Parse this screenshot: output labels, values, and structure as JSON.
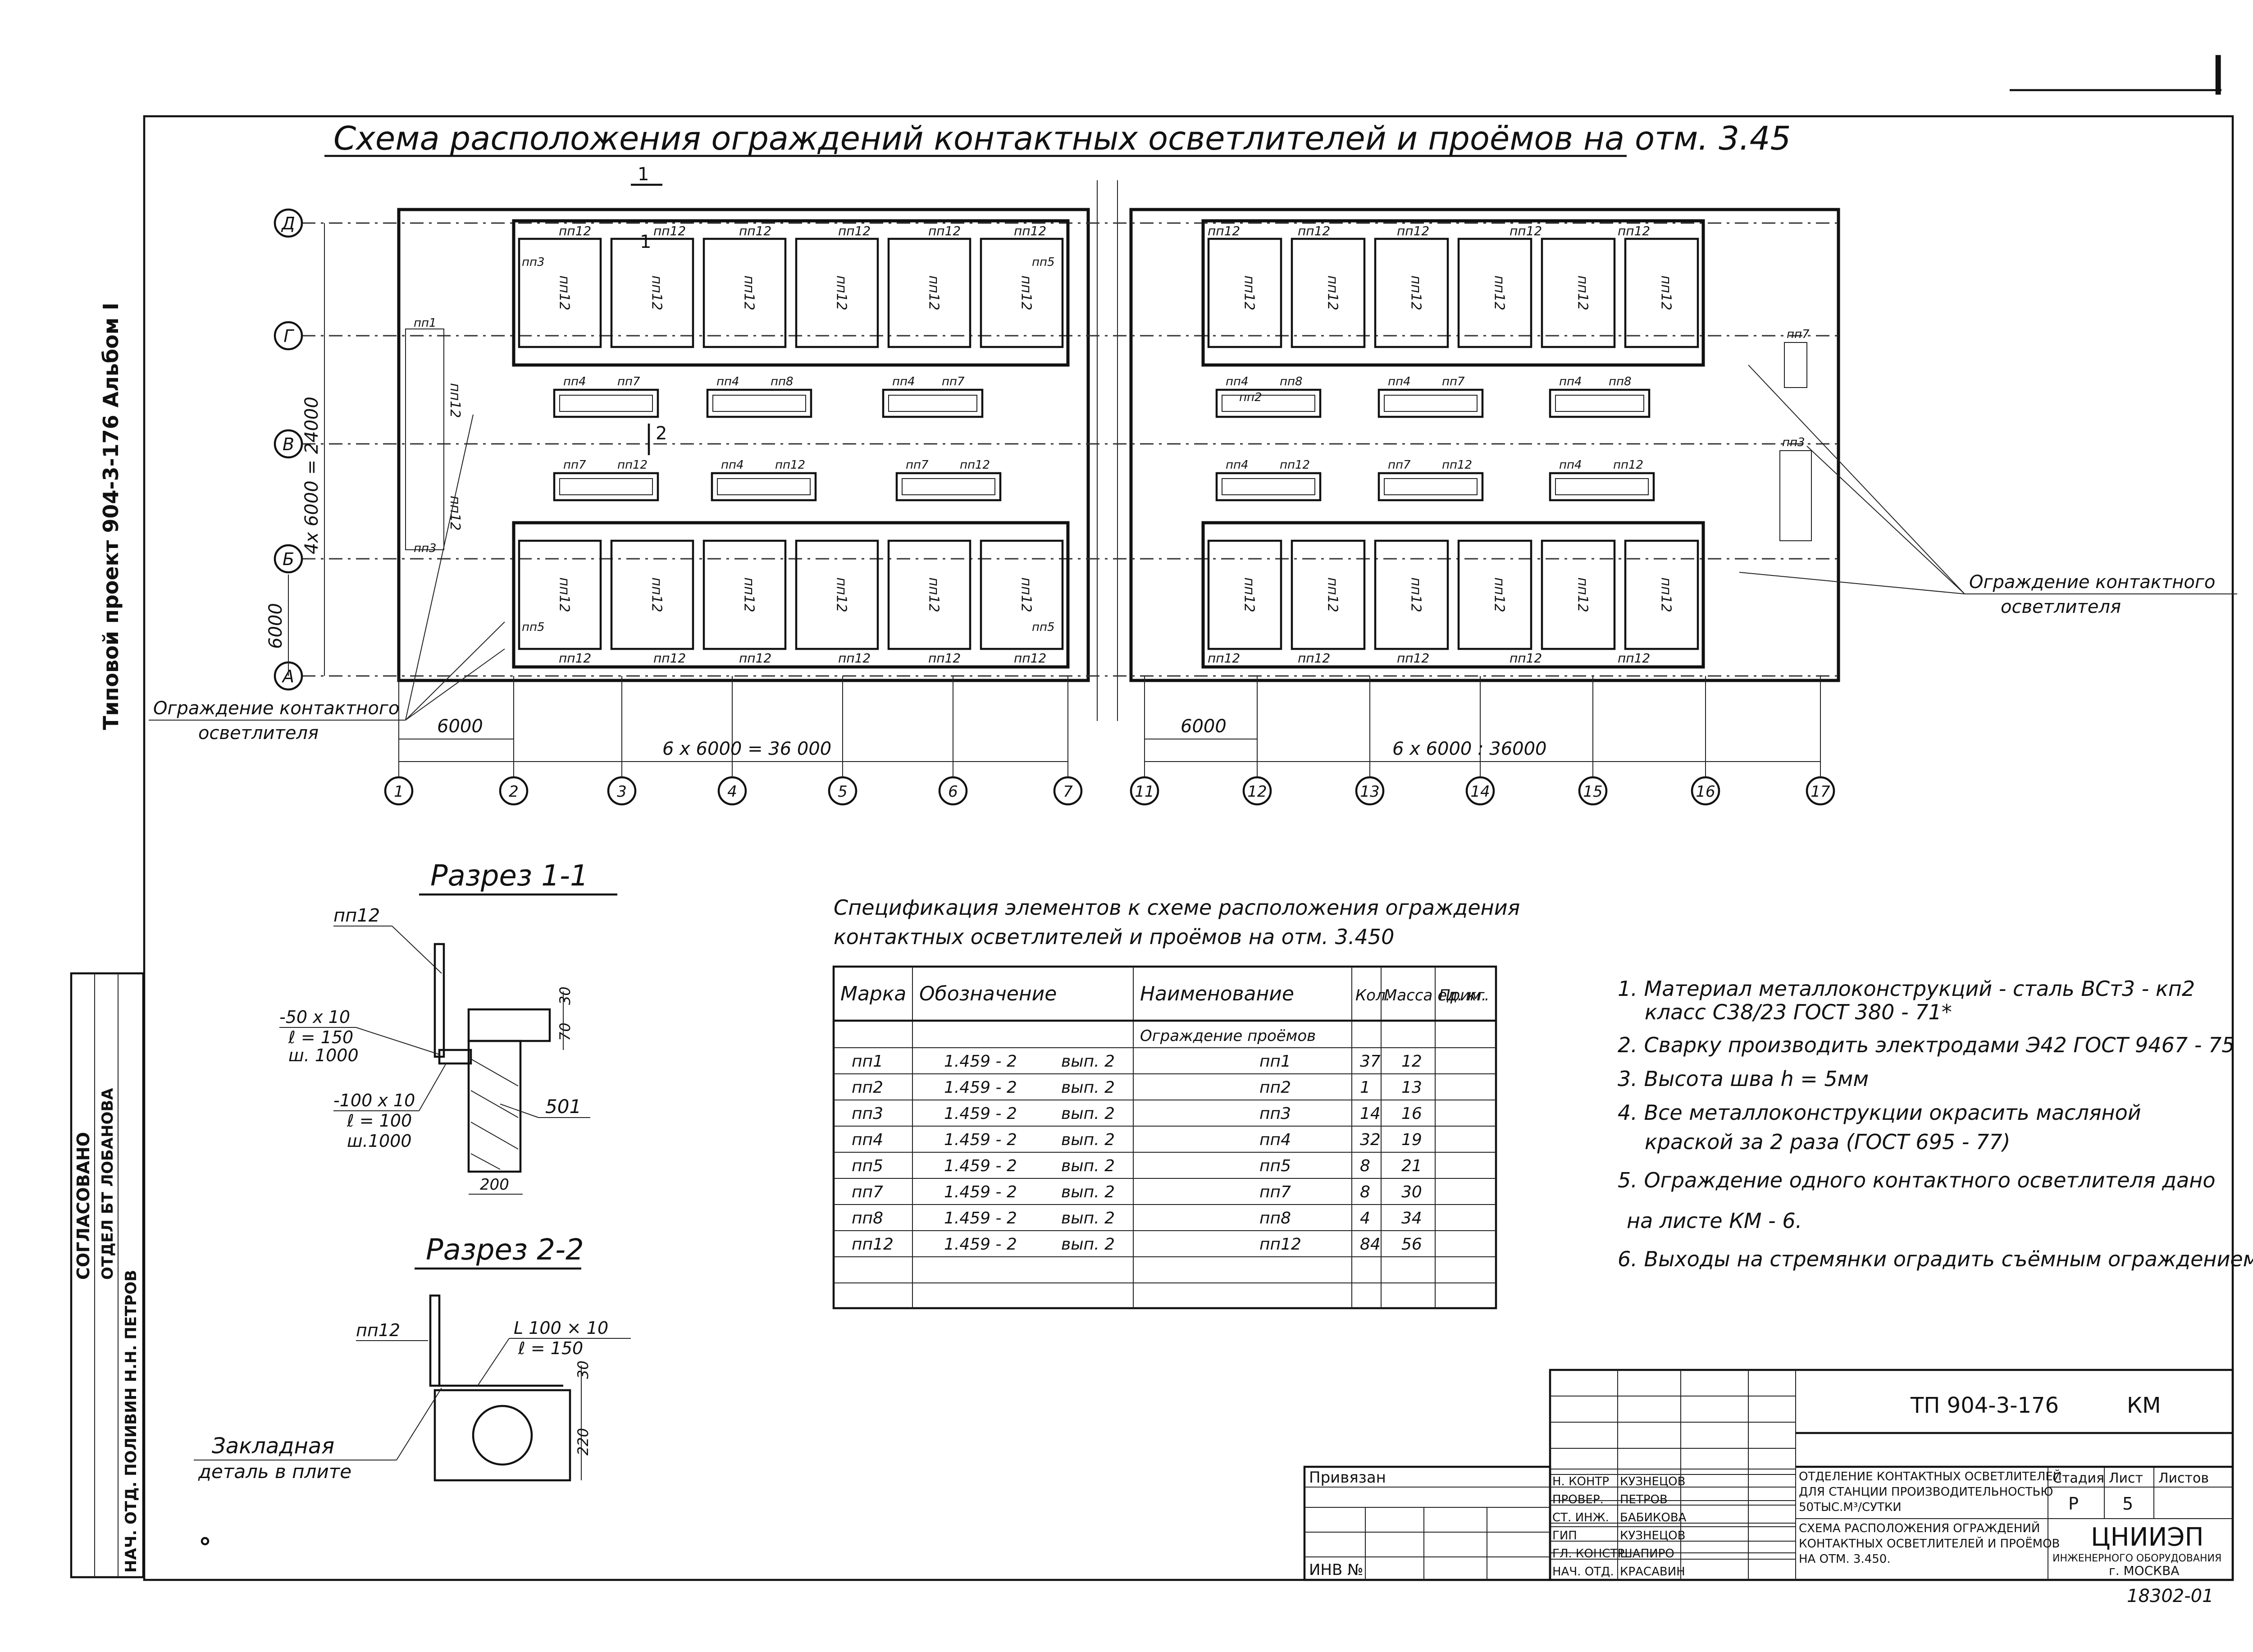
{
  "corner_mark": "I",
  "side_stamp": {
    "album": "Типовой проект  904-3-176   Альбом I"
  },
  "left_strip": {
    "agreed": "СОГЛАСОВАНО",
    "dept": "ОТДЕЛ БТ  ЛОБАНОВА",
    "chief": "НАЧ. ОТД. ПОЛИВИН Н.Н. ПЕТРОВ"
  },
  "plan": {
    "title": "Схема расположения ограждений контактных осветлителей и проёмов на отм. 3.45",
    "axis_rows": [
      "Д",
      "Г",
      "В",
      "Б",
      "А"
    ],
    "axis_cols_left": [
      "1",
      "2",
      "3",
      "4",
      "5",
      "6",
      "7"
    ],
    "axis_cols_right": [
      "11",
      "12",
      "13",
      "14",
      "15",
      "16",
      "17"
    ],
    "dim_vertical_total": "4x 6000 = 24000",
    "dim_vertical_bay": "6000",
    "dim_first_bay_left": "6000",
    "dim_total_left": "6 x 6000 = 36 000",
    "dim_first_bay_right": "6000",
    "dim_total_right": "6 x 6000 : 36000",
    "section_mark_1": "1",
    "section_mark_2": "2",
    "note_left_1": "Ограждение контактного",
    "note_left_2": "осветлителя",
    "note_right_1": "Ограждение контактного",
    "note_right_2": "осветлителя",
    "labels": {
      "pp1": "пп1",
      "pp2": "пп2",
      "pp3": "пп3",
      "pp4": "пп4",
      "pp5": "пп5",
      "pp7": "пп7",
      "pp8": "пп8",
      "pp12": "пп12"
    }
  },
  "section_1": {
    "title": "Разрез 1-1",
    "label_pp12": "пп12",
    "plate_1": "-50 х 10",
    "plate_1b": "ℓ = 150",
    "plate_1c": "ш. 1000",
    "plate_2": "-100 х 10",
    "plate_2b": "ℓ = 100",
    "plate_2c": "ш.1000",
    "dim_30": "30",
    "dim_70": "70",
    "dim_200": "200",
    "mark_501": "501"
  },
  "section_2": {
    "title": "Разрез 2-2",
    "label_pp12": "пп12",
    "angle": "L 100 × 10",
    "angle_b": "ℓ = 150",
    "dim_30": "30",
    "dim_220": "220",
    "embed_1": "Закладная",
    "embed_2": "деталь в плите"
  },
  "spec": {
    "title_1": "Спецификация элементов к схеме расположения ограждения",
    "title_2": "контактных осветлителей и проёмов  на отм. 3.450",
    "headers": [
      "Марка",
      "Обозначение",
      "Наименование",
      "Кол.",
      "Масса ед. кг.",
      "Прим."
    ],
    "subheader": "Ограждение проёмов",
    "rows": [
      [
        "пп1",
        "1.459 - 2",
        "вып. 2",
        "пп1",
        "37",
        "12"
      ],
      [
        "пп2",
        "1.459 - 2",
        "вып. 2",
        "пп2",
        "1",
        "13"
      ],
      [
        "пп3",
        "1.459 - 2",
        "вып. 2",
        "пп3",
        "14",
        "16"
      ],
      [
        "пп4",
        "1.459 - 2",
        "вып. 2",
        "пп4",
        "32",
        "19"
      ],
      [
        "пп5",
        "1.459 - 2",
        "вып. 2",
        "пп5",
        "8",
        "21"
      ],
      [
        "пп7",
        "1.459 - 2",
        "вып. 2",
        "пп7",
        "8",
        "30"
      ],
      [
        "пп8",
        "1.459 - 2",
        "вып. 2",
        "пп8",
        "4",
        "34"
      ],
      [
        "пп12",
        "1.459 - 2",
        "вып. 2",
        "пп12",
        "84",
        "56"
      ]
    ]
  },
  "notes": [
    "1. Материал металлоконструкций - сталь ВСт3 - кп2",
    "класс С38/23 ГОСТ 380 - 71*",
    "2. Сварку производить электродами Э42 ГОСТ 9467 - 75",
    "3. Высота шва h = 5мм",
    "4. Все металлоконструкции окрасить масляной",
    "краской за 2 раза (ГОСТ 695 - 77)",
    "5. Ограждение одного контактного осветлителя дано",
    "на листе КМ - 6.",
    "6. Выходы на стремянки оградить съёмным ограждением."
  ],
  "title_block": {
    "project": "ТП 904-3-176",
    "mark": "КМ",
    "tied": "Привязан",
    "inv": "ИНВ №",
    "roles": [
      "Н. КОНТР",
      "ПРОВЕР.",
      "СТ. ИНЖ.",
      "ГИП",
      "ГЛ. КОНСТР.",
      "НАЧ. ОТД."
    ],
    "names": [
      "КУЗНЕЦОВ",
      "ПЕТРОВ",
      "БАБИКОВА",
      "КУЗНЕЦОВ",
      "ШАПИРО",
      "КРАСАВИН"
    ],
    "object": "ОТДЕЛЕНИЕ КОНТАКТНЫХ ОСВЕТЛИТЕЛЕЙ ДЛЯ СТАНЦИИ ПРОИЗВОДИТЕЛЬНОСТЬЮ 50ТЫС.М³/СУТКИ",
    "sheet_title": "СХЕМА РАСПОЛОЖЕНИЯ ОГРАЖДЕНИЙ КОНТАКТНЫХ ОСВЕТЛИТЕЛЕЙ И ПРОЁМОВ НА ОТМ. 3.450.",
    "stage_h": "Стадия",
    "sheet_h": "Лист",
    "sheets_h": "Листов",
    "stage": "Р",
    "sheet": "5",
    "org": "ЦНИИЭП",
    "org_2": "ИНЖЕНЕРНОГО ОБОРУДОВАНИЯ",
    "city": "г. МОСКВА",
    "doc_no": "18302-01"
  }
}
